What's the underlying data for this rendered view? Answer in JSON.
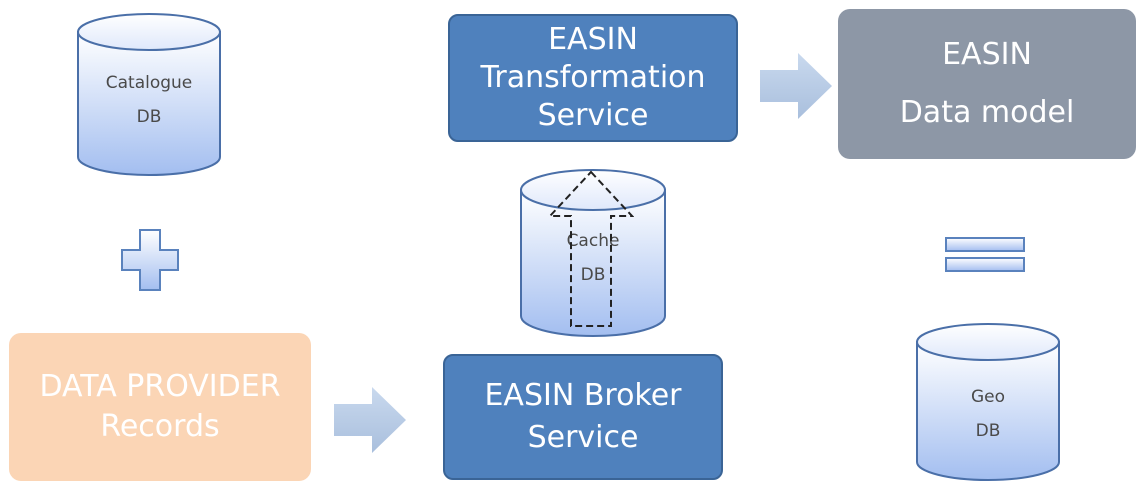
{
  "catalogue_db": {
    "line1": "Catalogue",
    "line2": "DB"
  },
  "cache_db": {
    "line1": "Cache",
    "line2": "DB"
  },
  "geo_db": {
    "line1": "Geo",
    "line2": "DB"
  },
  "transformation_service": {
    "line1": "EASIN",
    "line2": "Transformation",
    "line3": "Service"
  },
  "data_model": {
    "line1": "EASIN",
    "line2": "Data model"
  },
  "data_provider": {
    "line1": "DATA PROVIDER",
    "line2": "Records"
  },
  "broker_service": {
    "line1": "EASIN Broker",
    "line2": "Service"
  },
  "colors": {
    "service_blue": "#4f81bd",
    "data_model_gray": "#8d97a6",
    "data_provider_peach": "#fbd5b5",
    "db_fill": "#a9c4f5",
    "arrow_fill": "#b9cde5"
  },
  "icons": [
    "plus-icon",
    "equals-icon",
    "right-arrow-icon",
    "up-arrow-icon"
  ]
}
